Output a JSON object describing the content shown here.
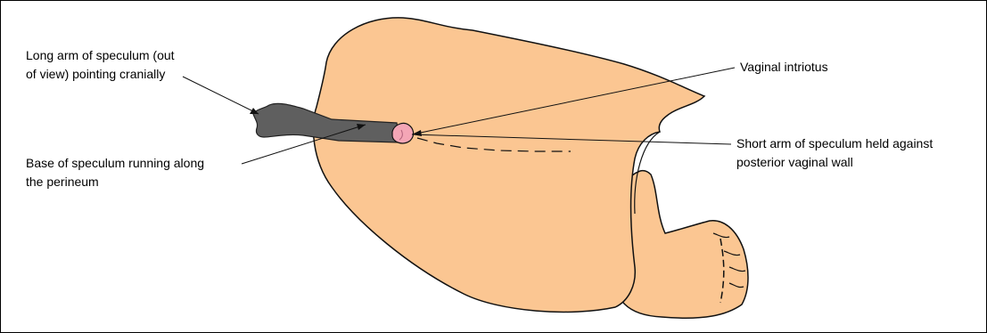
{
  "colors": {
    "skin": "#FBC692",
    "outline": "#111111",
    "speculum": "#5F5F5F",
    "introitus": "#F4A6B6",
    "background": "#FFFFFF"
  },
  "labels": {
    "long_arm": {
      "line1": "Long arm of speculum (out",
      "line2": "of view) pointing cranially"
    },
    "base": {
      "line1": "Base of speculum running along",
      "line2": "the perineum"
    },
    "introitus": {
      "line1": "Vaginal intriotus"
    },
    "short_arm": {
      "line1": "Short arm of speculum held against",
      "line2": "posterior vaginal wall"
    }
  }
}
